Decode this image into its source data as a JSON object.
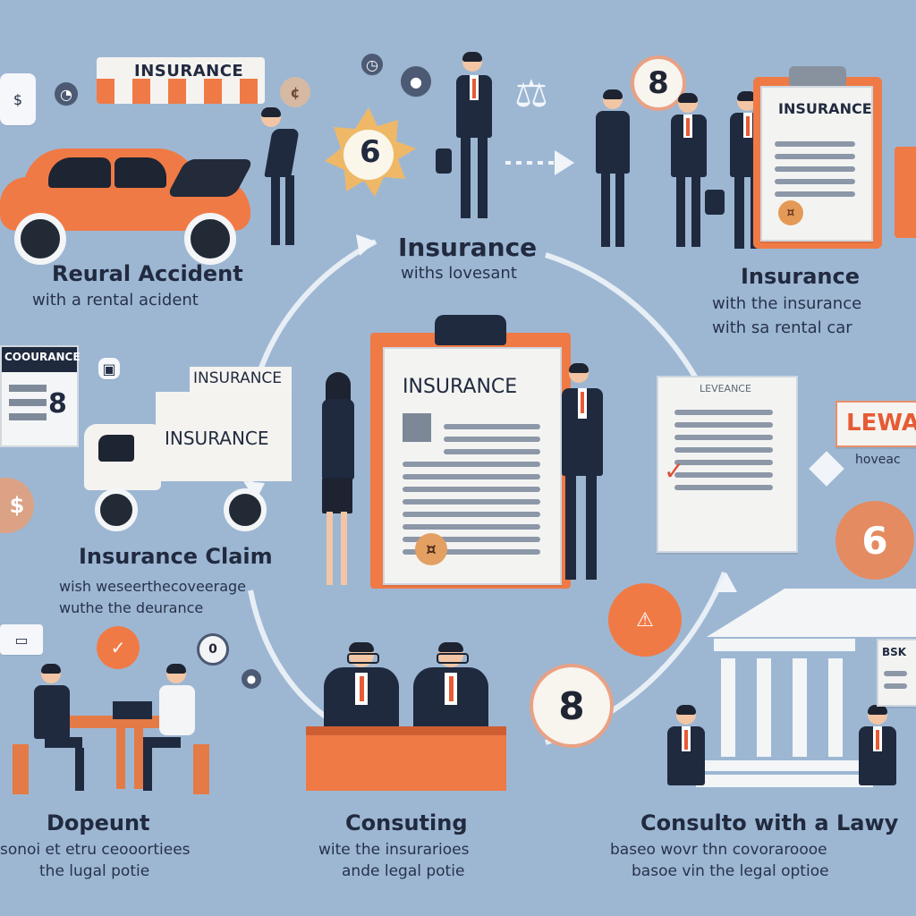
{
  "top": {
    "insurance_banner": "INSURANCE",
    "badge_number": "6",
    "top_right_number": "8"
  },
  "section_top_left": {
    "title": "Reural Accident",
    "subtitle": "with a rental acident"
  },
  "section_top_center": {
    "title": "Insurance",
    "subtitle": "withs lovesant"
  },
  "section_top_right": {
    "title": "Insurance",
    "subtitle_line1": "with the insurance",
    "subtitle_line2": "with sa rental car",
    "document_title": "INSURANCE"
  },
  "section_middle_left": {
    "calendar_label": "COOURANCE",
    "calendar_number": "8",
    "truck_tag": "INSURANCE",
    "truck_text": "INSURANCE",
    "title": "Insurance Claim",
    "subtitle_line1": "wish weseerthecoveerage",
    "subtitle_line2": "wuthe the deurance"
  },
  "section_middle_center": {
    "document_title": "INSURANCE"
  },
  "section_middle_right": {
    "tag": "LEWA",
    "note": "hoveac",
    "coin_number": "6",
    "doc_heading": "LEVEANCE"
  },
  "section_bottom_left": {
    "title": "Dopeunt",
    "subtitle_line1": "sonoi et etru ceooortiees",
    "subtitle_line2": "the lugal potie"
  },
  "section_bottom_center": {
    "badge_number": "8",
    "title": "Consuting",
    "subtitle_line1": "wite the insurarioes",
    "subtitle_line2": "ande legal potie"
  },
  "section_bottom_right": {
    "title": "Consulto with a Lawy",
    "subtitle_line1": "baseo wovr thn covoraroooe",
    "subtitle_line2": "basoe vin the legal optioe",
    "side_tag": "BSK"
  },
  "colors": {
    "background": "#9db7d3",
    "accent": "#f07a45",
    "navy": "#1f2a3f"
  },
  "icons": {
    "top_left": "dollar-icon",
    "top_mid_1": "clock-icon",
    "top_mid_2": "stopwatch-icon",
    "scale": "scale-icon",
    "arrow": "arrow-right-icon",
    "warning": "warning-icon",
    "chat": "chat-icon"
  }
}
